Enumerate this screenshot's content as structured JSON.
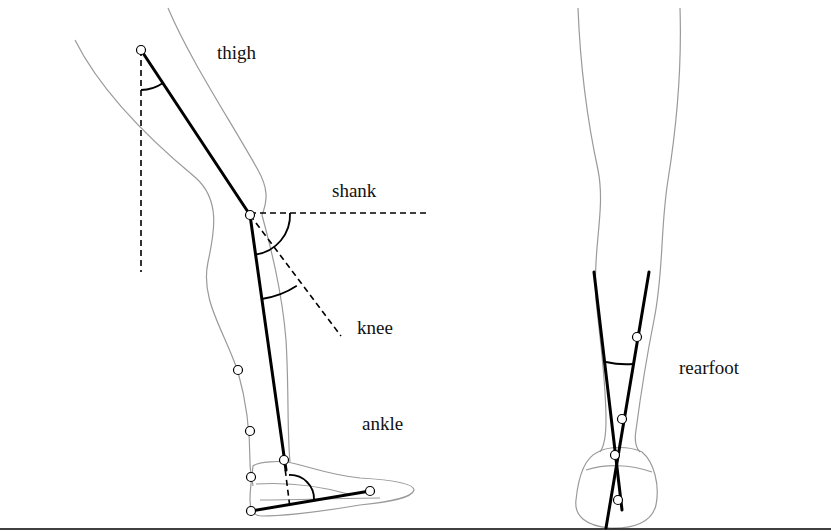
{
  "diagram": {
    "labels": [
      "thigh",
      "shank",
      "knee",
      "ankle",
      "rearfoot"
    ]
  }
}
